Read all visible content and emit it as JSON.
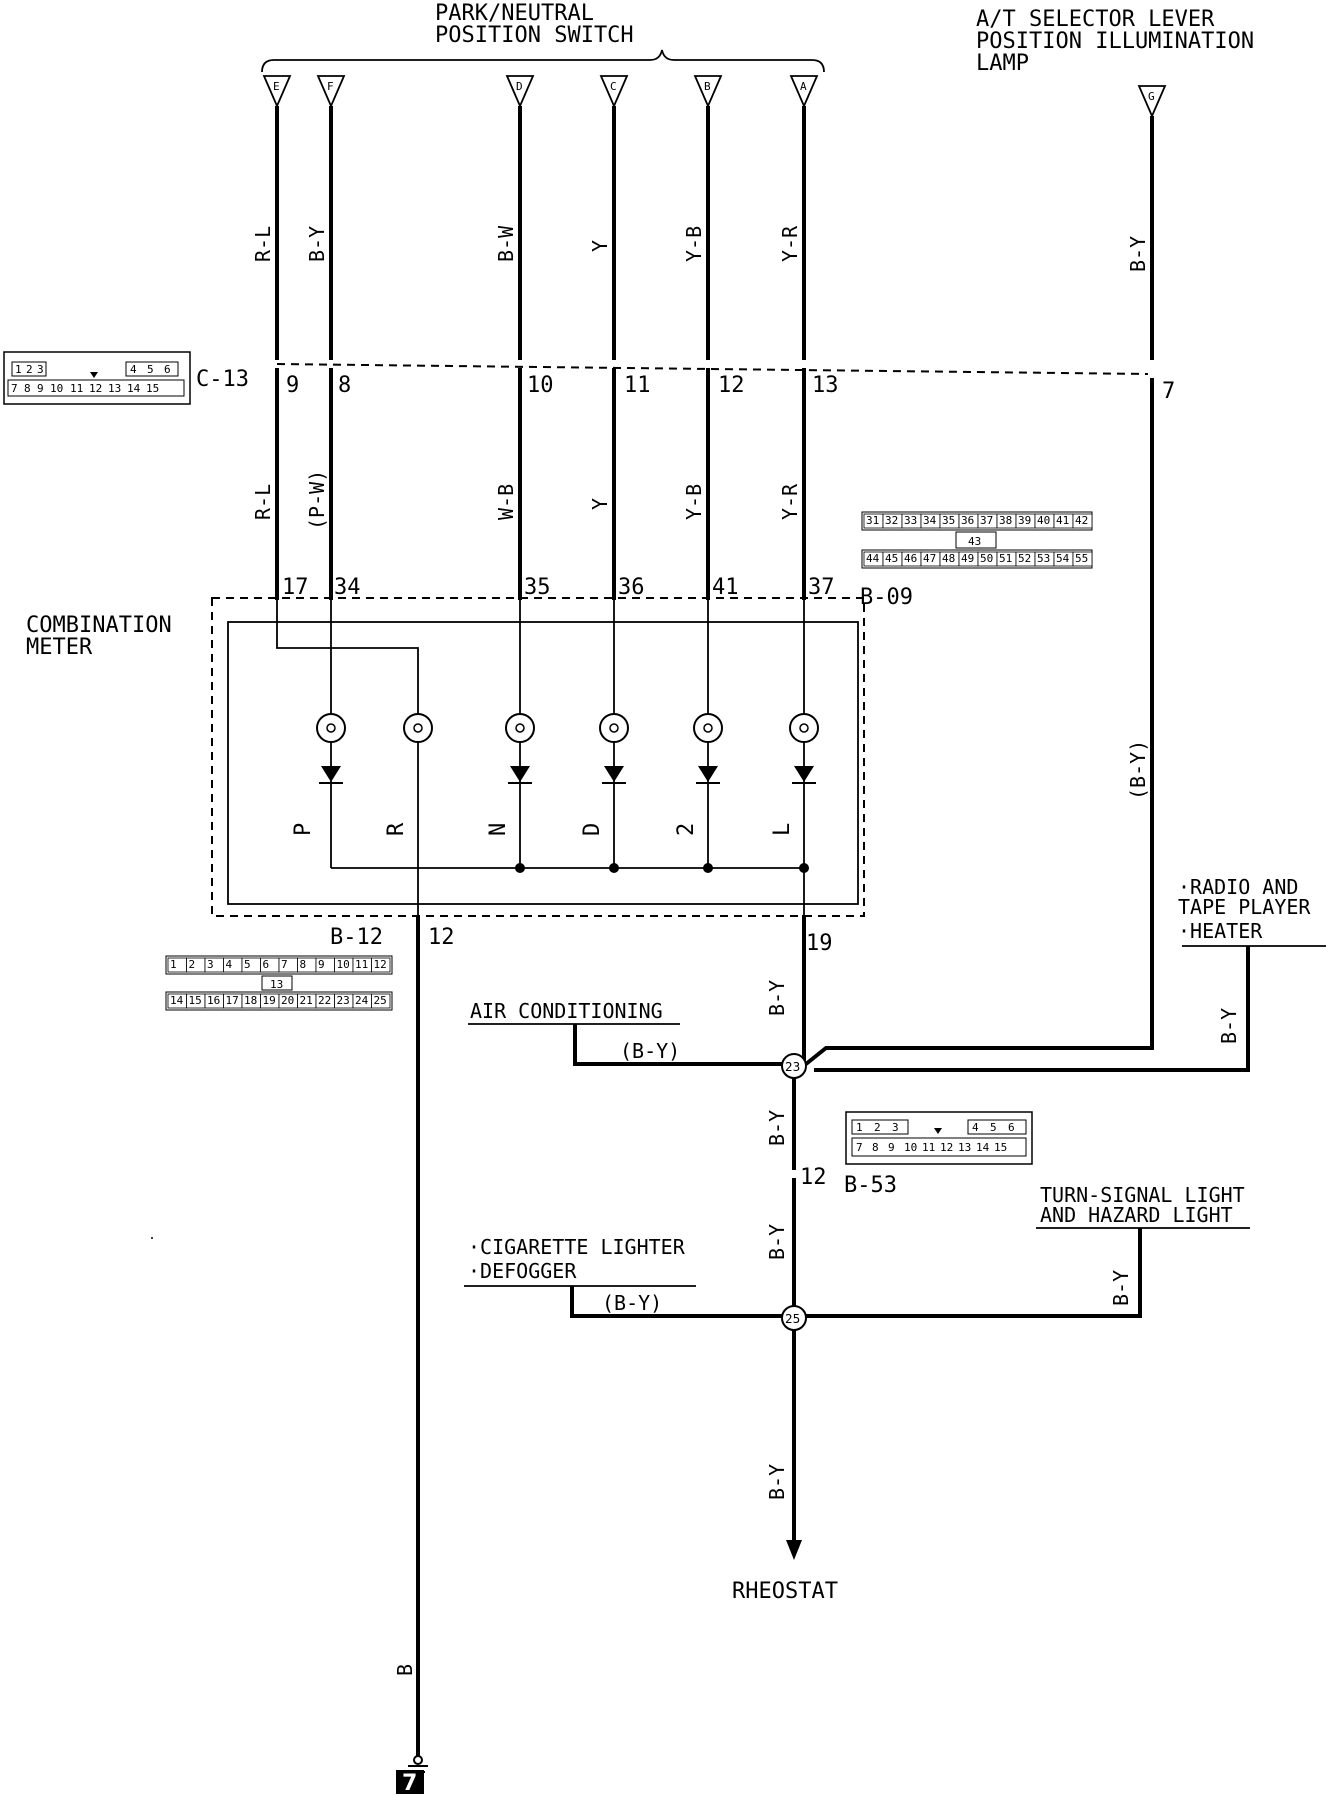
{
  "components": {
    "park_neutral_switch": [
      "PARK/NEUTRAL",
      "POSITION SWITCH"
    ],
    "selector_lamp": [
      "A/T SELECTOR LEVER",
      "POSITION ILLUMINATION",
      "LAMP"
    ],
    "combination_meter": [
      "COMBINATION",
      "METER"
    ],
    "radio_heater": [
      "·RADIO AND",
      "TAPE PLAYER",
      "·HEATER"
    ],
    "air_conditioning": "AIR CONDITIONING",
    "turn_signal": [
      "TURN-SIGNAL LIGHT",
      "AND HAZARD LIGHT"
    ],
    "lighter_defogger": [
      "·CIGARETTE LIGHTER",
      "·DEFOGGER"
    ],
    "rheostat": "RHEOSTAT",
    "ground_number": "7"
  },
  "switch_terminals": [
    "E",
    "F",
    "D",
    "C",
    "B",
    "A"
  ],
  "lamp_terminal": "G",
  "upper_wire_colors": [
    "R-L",
    "B-Y",
    "B-W",
    "Y",
    "Y-B",
    "Y-R",
    "B-Y"
  ],
  "lower_wire_colors": [
    "R-L",
    "(P-W)",
    "W-B",
    "Y",
    "Y-B",
    "Y-R",
    "(B-Y)"
  ],
  "c13": {
    "name": "C-13",
    "pins": [
      "9",
      "8",
      "10",
      "11",
      "12",
      "13",
      "7"
    ],
    "row1": [
      "1",
      "2",
      "3",
      "4",
      "5",
      "6"
    ],
    "row2": [
      "7",
      "8",
      "9",
      "10",
      "11",
      "12",
      "13",
      "14",
      "15"
    ]
  },
  "b09": {
    "name": "B-09",
    "pins": [
      "17",
      "34",
      "35",
      "36",
      "41",
      "37"
    ],
    "row1": [
      "31",
      "32",
      "33",
      "34",
      "35",
      "36",
      "37",
      "38",
      "39",
      "40",
      "41",
      "42"
    ],
    "mid": "43",
    "row2": [
      "44",
      "45",
      "46",
      "47",
      "48",
      "49",
      "50",
      "51",
      "52",
      "53",
      "54",
      "55"
    ]
  },
  "b12": {
    "name": "B-12",
    "pins": [
      "12",
      "19"
    ],
    "row1": [
      "1",
      "2",
      "3",
      "4",
      "5",
      "6",
      "7",
      "8",
      "9",
      "10",
      "11",
      "12"
    ],
    "mid": "13",
    "row2": [
      "14",
      "15",
      "16",
      "17",
      "18",
      "19",
      "20",
      "21",
      "22",
      "23",
      "24",
      "25"
    ]
  },
  "b53": {
    "name": "B-53",
    "pin": "12",
    "row1": [
      "1",
      "2",
      "3",
      "4",
      "5",
      "6"
    ],
    "row2": [
      "7",
      "8",
      "9",
      "10",
      "11",
      "12",
      "13",
      "14",
      "15"
    ]
  },
  "indicators": [
    "P",
    "R",
    "N",
    "D",
    "2",
    "L"
  ],
  "junctions": [
    "23",
    "25"
  ],
  "wires": {
    "meter_out": "B-Y",
    "ac": "(B-Y)",
    "radio": "B-Y",
    "mid_1": "B-Y",
    "mid_2": "B-Y",
    "turn": "B-Y",
    "lighter": "(B-Y)",
    "rheostat": "B-Y",
    "ground": "B"
  }
}
